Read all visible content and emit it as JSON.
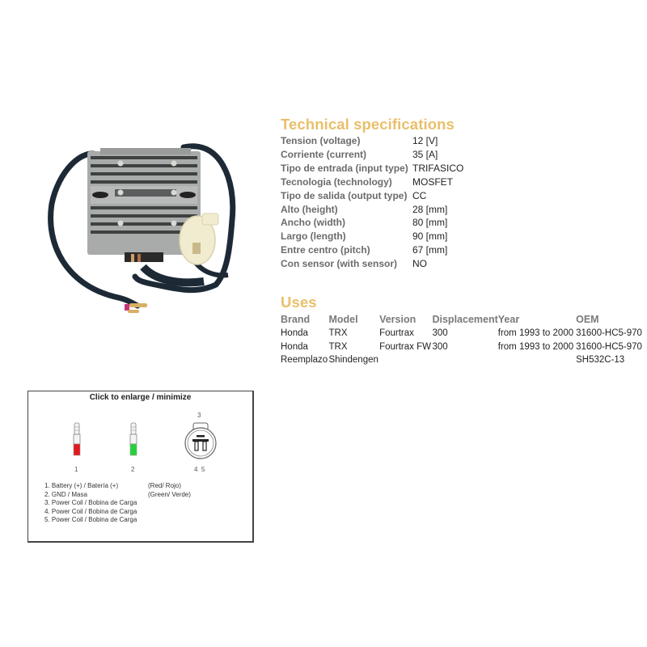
{
  "product_image": {
    "alt": "Voltage regulator rectifier with cooling fins, white connector and cable with terminals",
    "colors": {
      "body": "#a9abab",
      "fins_dark": "#3e4142",
      "cable": "#1d2a36",
      "connector": "#f1ecd0"
    }
  },
  "specs": {
    "title": "Technical specifications",
    "title_color": "#e9bf6a",
    "rows": [
      {
        "label": "Tension (voltage)",
        "value": "12 [V]"
      },
      {
        "label": "Corriente (current)",
        "value": "35 [A]"
      },
      {
        "label": "Tipo de entrada (input type)",
        "value": "TRIFASICO"
      },
      {
        "label": "Tecnologia (technology)",
        "value": "MOSFET"
      },
      {
        "label": "Tipo de salida (output type)",
        "value": "CC"
      },
      {
        "label": "Alto (height)",
        "value": "28 [mm]"
      },
      {
        "label": "Ancho (width)",
        "value": "80 [mm]"
      },
      {
        "label": "Largo (length)",
        "value": "90 [mm]"
      },
      {
        "label": "Entre centro (pitch)",
        "value": "67 [mm]"
      },
      {
        "label": "Con sensor (with sensor)",
        "value": "NO"
      }
    ]
  },
  "uses": {
    "title": "Uses",
    "headers": [
      "Brand",
      "Model",
      "Version",
      "Displacement",
      "Year",
      "OEM"
    ],
    "rows": [
      [
        "Honda",
        "TRX",
        "Fourtrax",
        "300",
        "from 1993 to 2000",
        "31600-HC5-970"
      ],
      [
        "Honda",
        "TRX",
        "Fourtrax FW",
        "300",
        "from 1993 to 2000",
        "31600-HC5-970"
      ],
      [
        "Reemplazo",
        "Shindengen",
        "",
        "",
        "",
        "SH532C-13"
      ]
    ]
  },
  "diagram": {
    "title": "Click to enlarge / minimize",
    "pins": {
      "p1": "1",
      "p2": "2",
      "p3": "3",
      "p45": "4  5"
    },
    "pin_colors": {
      "red": "#e0191c",
      "green": "#23d23a"
    },
    "legend": [
      {
        "desc": "1. Battery (+) / Batería (+)",
        "color": "(Red/ Rojo)"
      },
      {
        "desc": "2. GND / Masa",
        "color": "(Green/ Verde)"
      },
      {
        "desc": "3. Power Coil / Bobina de Carga",
        "color": ""
      },
      {
        "desc": "4. Power Coil / Bobina de Carga",
        "color": ""
      },
      {
        "desc": "5. Power Coil / Bobina de Carga",
        "color": ""
      }
    ]
  }
}
